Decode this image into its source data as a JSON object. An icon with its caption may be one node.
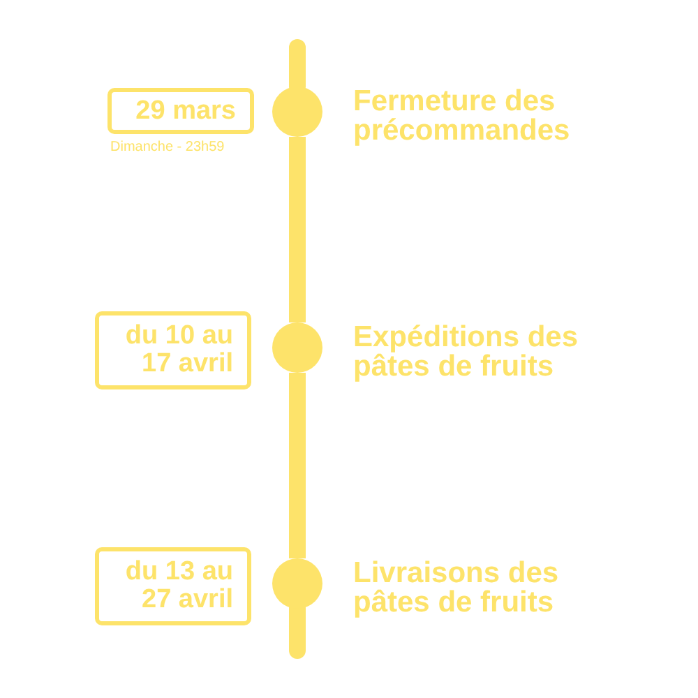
{
  "diagram": {
    "nodes": [
      {
        "text": [
          "29 mars"
        ],
        "beside": [
          "Dimanche - 23h59"
        ]
      },
      {
        "text": [],
        "shape": "circle",
        "beside": [
          "Fermeture des précommandes"
        ]
      },
      {
        "text": [
          "du 10 au 17 avril"
        ]
      },
      {
        "text": [],
        "shape": "circle",
        "beside": [
          "Expéditions des pâtes de fruits"
        ]
      },
      {
        "text": [
          "du 13 au 27 avril"
        ]
      },
      {
        "text": [],
        "shape": "circle",
        "beside": [
          "Livraisons des pâtes de fruits"
        ]
      }
    ],
    "edges": [
      {
        "from": 1,
        "to": 3,
        "arrow": "none"
      },
      {
        "from": 3,
        "to": 5,
        "arrow": "none"
      }
    ]
  }
}
